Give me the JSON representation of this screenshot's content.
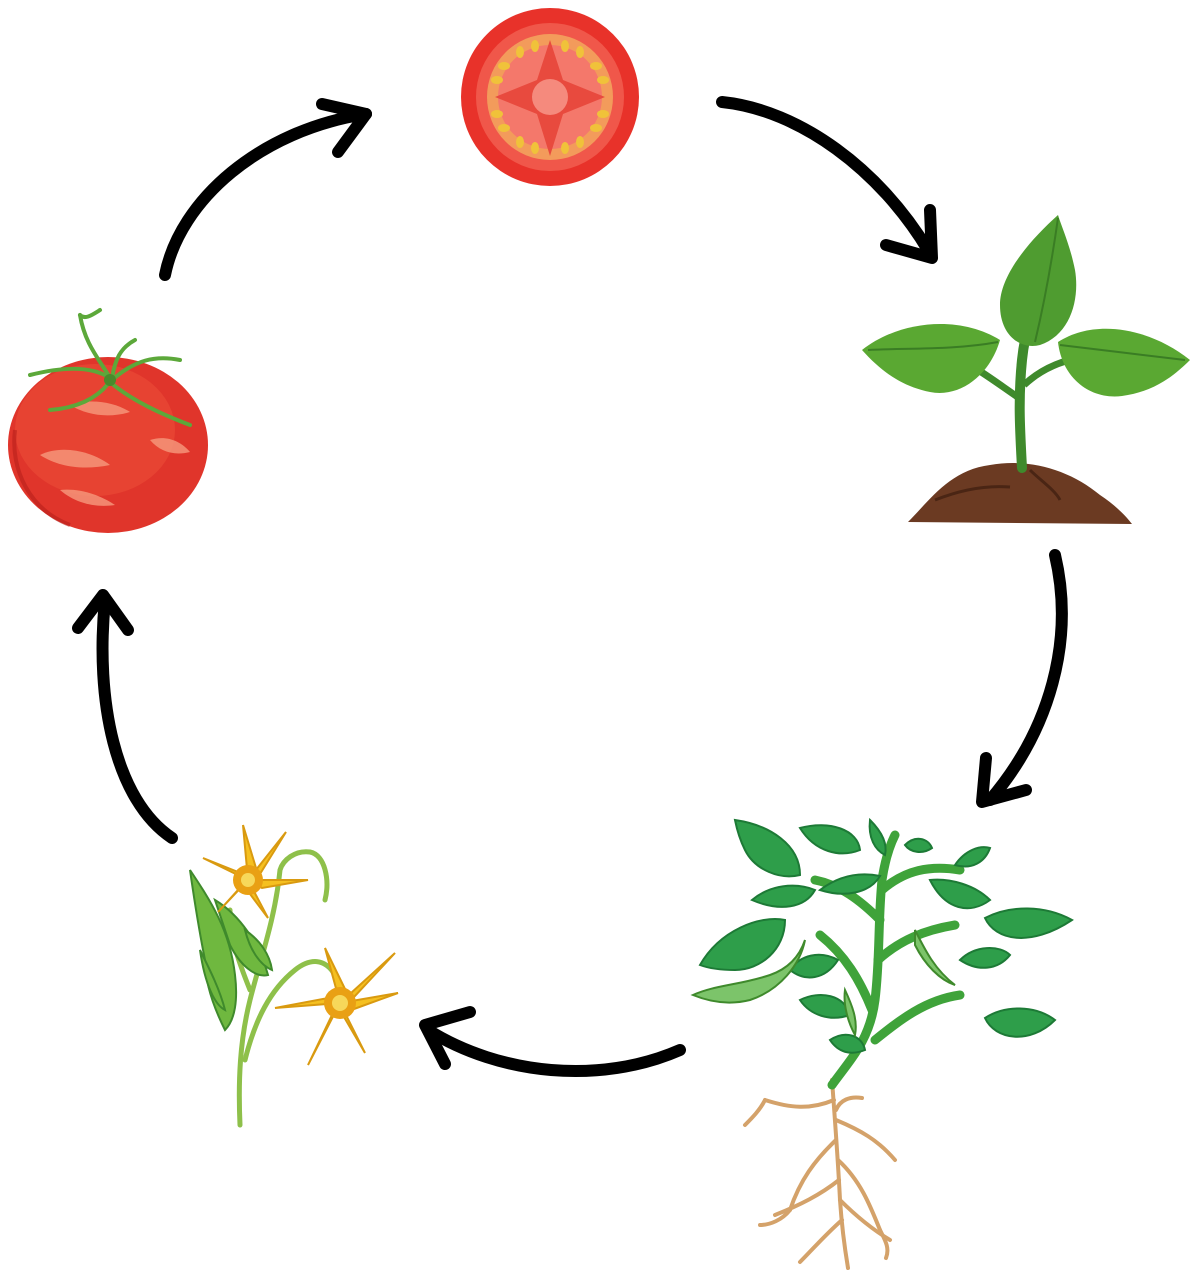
{
  "diagram": {
    "type": "life-cycle",
    "stages": [
      {
        "id": "seed-slice",
        "icon": "tomato-slice-icon"
      },
      {
        "id": "seedling",
        "icon": "seedling-icon"
      },
      {
        "id": "plant",
        "icon": "tomato-plant-icon"
      },
      {
        "id": "flowers",
        "icon": "tomato-flower-icon"
      },
      {
        "id": "fruit",
        "icon": "tomato-icon"
      }
    ],
    "flow": "clockwise",
    "colors": {
      "arrow": "#000000",
      "tomato_red": "#e0352b",
      "leaf_green": "#5aa832",
      "flower_yellow": "#f5c020",
      "soil_brown": "#6b3a22",
      "root_tan": "#d4a26a"
    }
  }
}
